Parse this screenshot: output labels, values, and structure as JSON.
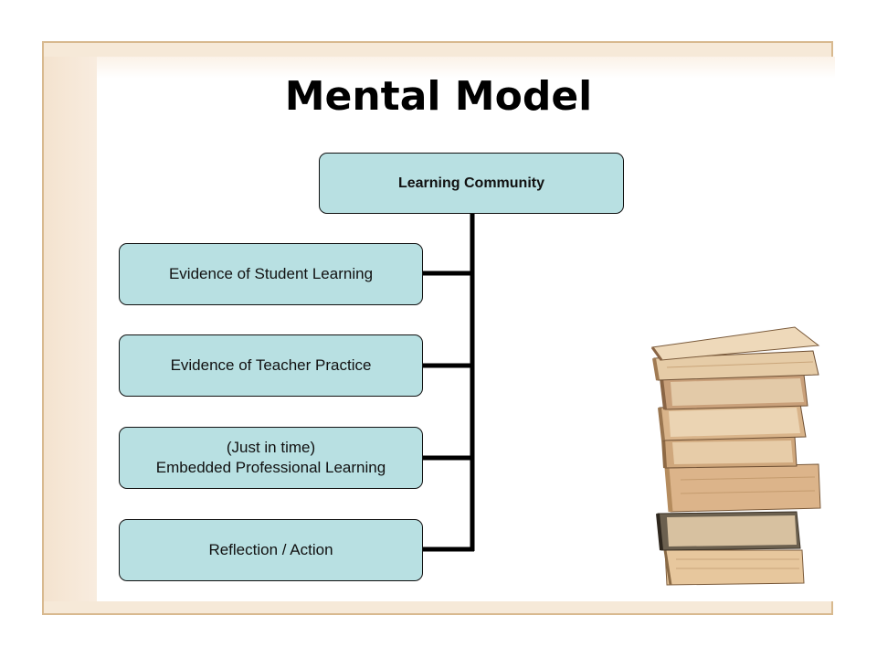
{
  "slide": {
    "title": "Mental Model"
  },
  "diagram": {
    "root": "Learning Community",
    "children": [
      "Evidence of Student Learning",
      "Evidence of Teacher Practice",
      "(Just in time)\nEmbedded Professional Learning",
      "Reflection / Action"
    ]
  },
  "decor": {
    "frame_color": "#d8b98f",
    "node_fill": "#b8e0e2",
    "image": "stack-of-books"
  }
}
